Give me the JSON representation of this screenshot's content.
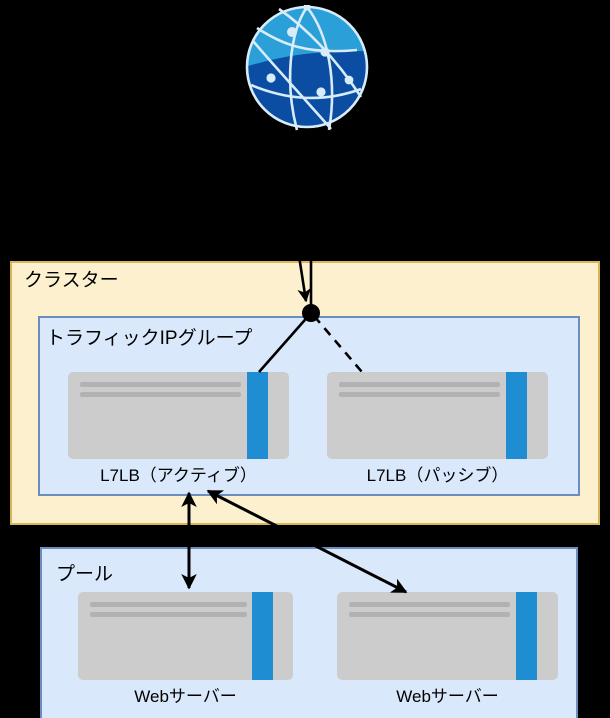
{
  "diagram": {
    "type": "network-architecture",
    "background_color": "#000000",
    "internet": {
      "icon": "globe-icon",
      "colors": {
        "light": "#2a9fd8",
        "dark": "#0b4da2",
        "lines": "#d7ecf8"
      }
    },
    "cluster": {
      "label": "クラスター",
      "fill": "#fdf0cf",
      "stroke": "#d6b656"
    },
    "traffic_ip_group": {
      "label": "トラフィックIPグループ",
      "fill": "#dae8fc",
      "stroke": "#6c8ebf",
      "nodes": [
        {
          "label": "L7LB（アクティブ）",
          "icon": "server-icon",
          "state": "active"
        },
        {
          "label": "L7LB（パッシブ）",
          "icon": "server-icon",
          "state": "passive"
        }
      ]
    },
    "pool": {
      "label": "プール",
      "fill": "#dae8fc",
      "stroke": "#6c8ebf",
      "nodes": [
        {
          "label": "Webサーバー",
          "icon": "server-icon"
        },
        {
          "label": "Webサーバー",
          "icon": "server-icon"
        }
      ]
    },
    "connections": [
      {
        "name": "internet-to-traffic-ip",
        "style": "solid-arrow",
        "from": "internet",
        "to": "traffic-ip-junction"
      },
      {
        "name": "junction-to-active-lb",
        "style": "solid",
        "from": "traffic-ip-junction",
        "to": "L7LB（アクティブ）"
      },
      {
        "name": "junction-to-passive-lb",
        "style": "dashed",
        "from": "traffic-ip-junction",
        "to": "L7LB（パッシブ）"
      },
      {
        "name": "active-lb-to-web-server-1",
        "style": "double-arrow",
        "from": "L7LB（アクティブ）",
        "to": "Webサーバー"
      },
      {
        "name": "active-lb-to-web-server-2",
        "style": "double-arrow",
        "from": "L7LB（アクティブ）",
        "to": "Webサーバー"
      }
    ],
    "accent_color": "#1f8dd1",
    "server_fill": "#cccccc",
    "line_color": "#000000"
  }
}
